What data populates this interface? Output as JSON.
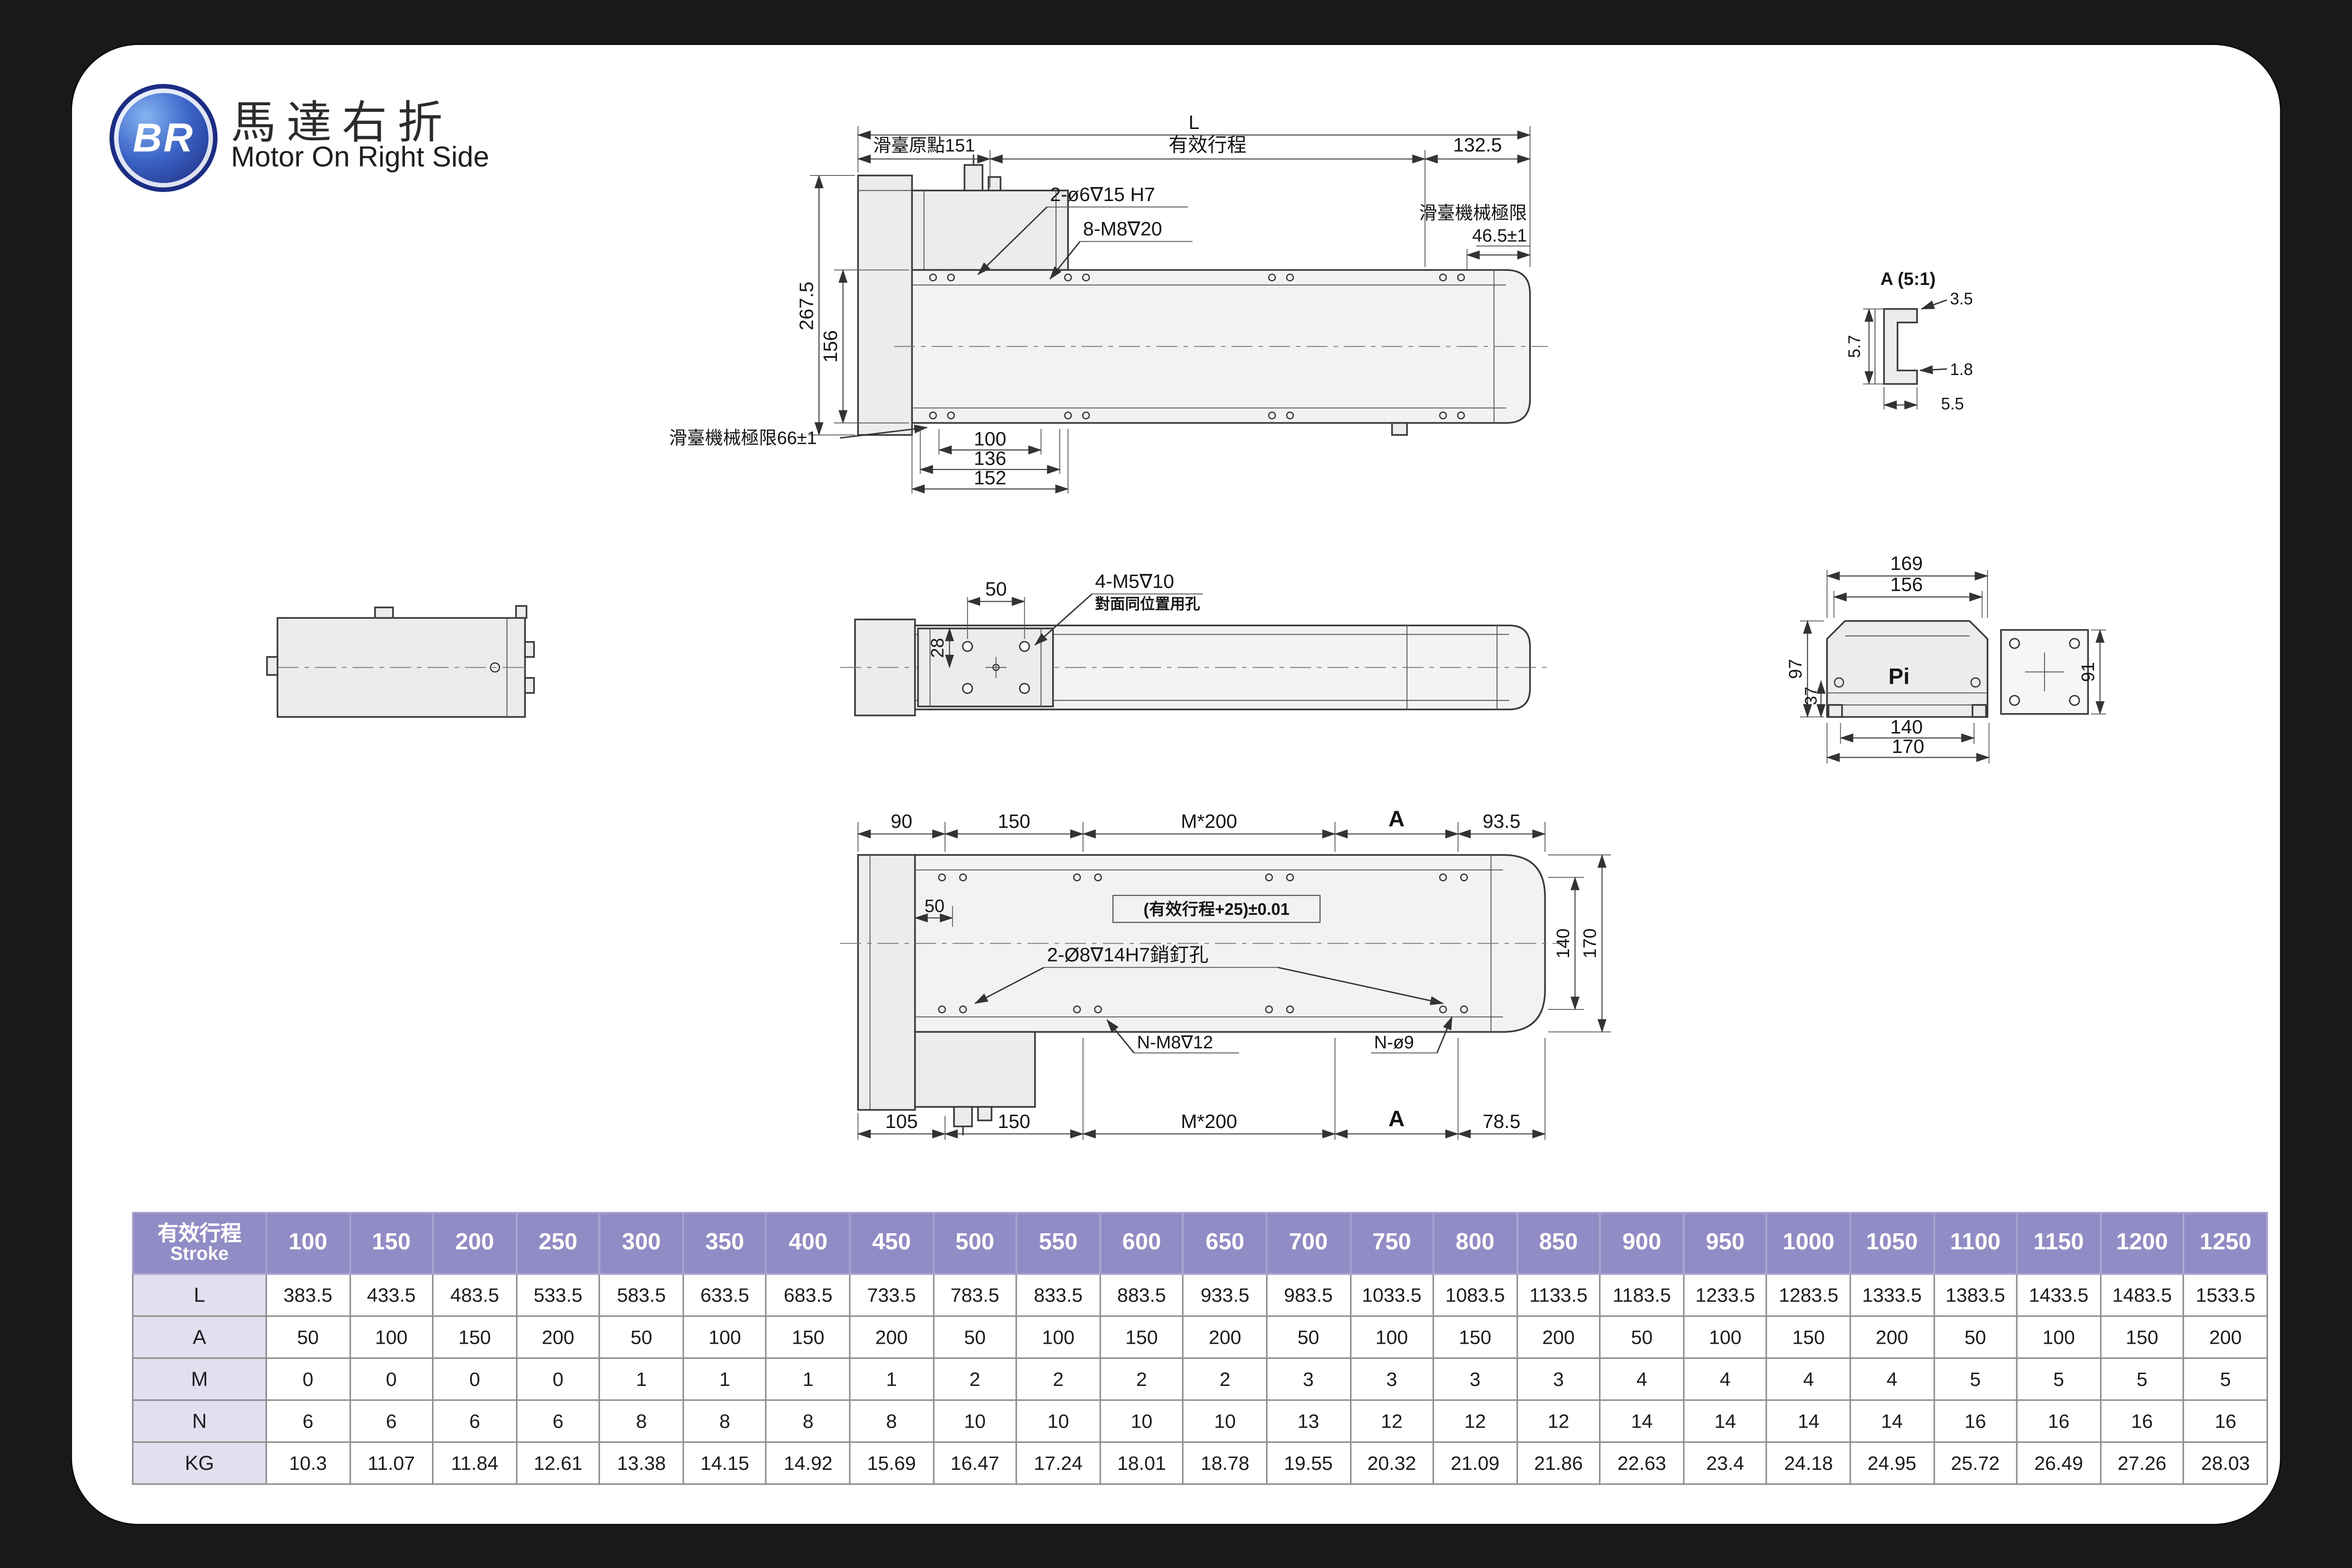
{
  "header": {
    "badge": "BR",
    "title_zh": "馬達右折",
    "title_en": "Motor On Right Side"
  },
  "colors": {
    "background": "#191919",
    "card": "#ffffff",
    "table_header": "#928cc6",
    "table_label_col": "#e2e0f0",
    "badge_blue": "#2746b0"
  },
  "drawings": {
    "side_view": {
      "dim_L": "L",
      "dim_origin": "滑臺原點151",
      "dim_stroke": "有效行程",
      "dim_right": "132.5",
      "callout_holes1": "2-ø6∇15 H7",
      "callout_holes2": "8-M8∇20",
      "limit_right_label": "滑臺機械極限",
      "limit_right_value": "46.5±1",
      "dim_total_height": "267.5",
      "dim_body_height": "156",
      "limit_left": "滑臺機械極限66±1",
      "dim_100": "100",
      "dim_136": "136",
      "dim_152": "152"
    },
    "section_a": {
      "title": "A (5:1)",
      "dim_3_5": "3.5",
      "dim_5_7": "5.7",
      "dim_1_8": "1.8",
      "dim_5_5": "5.5"
    },
    "top_view": {
      "callout_holes": "4-M5∇10",
      "callout_note": "對面同位置用孔",
      "dim_50": "50",
      "dim_28": "28"
    },
    "end_view": {
      "dim_169": "169",
      "dim_156": "156",
      "dim_97": "97",
      "dim_37": "37",
      "dim_140": "140",
      "dim_170": "170",
      "dim_91": "91",
      "logo": "Pi"
    },
    "bottom_view": {
      "top_dims": {
        "d1": "90",
        "d2": "150",
        "d3": "M*200",
        "d4": "A",
        "d5": "93.5"
      },
      "dim_50": "50",
      "tolerance": "(有效行程+25)±0.01",
      "callout_pin": "2-Ø8∇14H7銷釘孔",
      "dim_140": "140",
      "dim_170": "170",
      "callout_n1": "N-M8∇12",
      "callout_n2": "N-ø9",
      "bottom_dims": {
        "d1": "105",
        "d2": "150",
        "d3": "M*200",
        "d4": "A",
        "d5": "78.5"
      }
    }
  },
  "table": {
    "header_zh": "有效行程",
    "header_en": "Stroke",
    "strokes": [
      100,
      150,
      200,
      250,
      300,
      350,
      400,
      450,
      500,
      550,
      600,
      650,
      700,
      750,
      800,
      850,
      900,
      950,
      1000,
      1050,
      1100,
      1150,
      1200,
      1250
    ],
    "rows": [
      {
        "label": "L",
        "values": [
          383.5,
          433.5,
          483.5,
          533.5,
          583.5,
          633.5,
          683.5,
          733.5,
          783.5,
          833.5,
          883.5,
          933.5,
          983.5,
          1033.5,
          1083.5,
          1133.5,
          1183.5,
          1233.5,
          1283.5,
          1333.5,
          1383.5,
          1433.5,
          1483.5,
          1533.5
        ]
      },
      {
        "label": "A",
        "values": [
          50,
          100,
          150,
          200,
          50,
          100,
          150,
          200,
          50,
          100,
          150,
          200,
          50,
          100,
          150,
          200,
          50,
          100,
          150,
          200,
          50,
          100,
          150,
          200
        ]
      },
      {
        "label": "M",
        "values": [
          0,
          0,
          0,
          0,
          1,
          1,
          1,
          1,
          2,
          2,
          2,
          2,
          3,
          3,
          3,
          3,
          4,
          4,
          4,
          4,
          5,
          5,
          5,
          5
        ]
      },
      {
        "label": "N",
        "values": [
          6,
          6,
          6,
          6,
          8,
          8,
          8,
          8,
          10,
          10,
          10,
          10,
          13,
          12,
          12,
          12,
          14,
          14,
          14,
          14,
          16,
          16,
          16,
          16
        ]
      },
      {
        "label": "KG",
        "values": [
          10.3,
          11.07,
          11.84,
          12.61,
          13.38,
          14.15,
          14.92,
          15.69,
          16.47,
          17.24,
          18.01,
          18.78,
          19.55,
          20.32,
          21.09,
          21.86,
          22.63,
          23.4,
          24.18,
          24.95,
          25.72,
          26.49,
          27.26,
          28.03
        ]
      }
    ]
  }
}
